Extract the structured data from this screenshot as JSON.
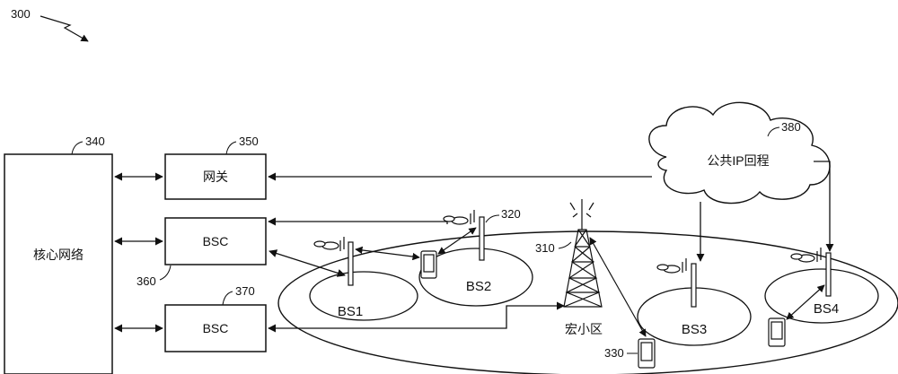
{
  "figure": {
    "ref": "300",
    "core_network": {
      "ref": "340",
      "label": "核心网络"
    },
    "gateway": {
      "ref": "350",
      "label": "网关"
    },
    "bsc_top": {
      "ref": "360",
      "label": "BSC"
    },
    "bsc_bottom": {
      "ref": "370",
      "label": "BSC"
    },
    "backhaul": {
      "ref": "380",
      "label": "公共IP回程"
    },
    "macro_cell": {
      "ref": "310",
      "label": "宏小区"
    },
    "small_cell_ref": "320",
    "handset_ref": "330",
    "base_stations": [
      {
        "label": "BS1"
      },
      {
        "label": "BS2"
      },
      {
        "label": "BS3"
      },
      {
        "label": "BS4"
      }
    ]
  }
}
